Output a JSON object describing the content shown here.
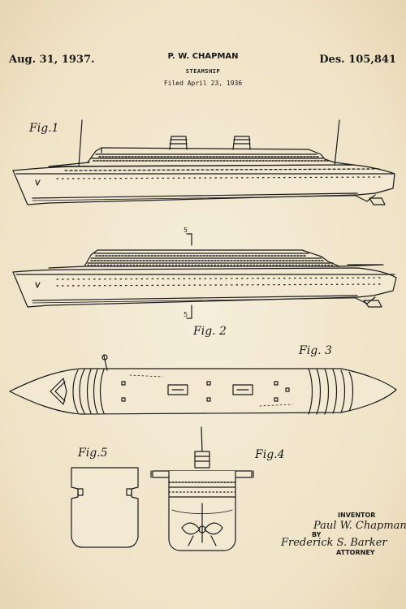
{
  "header": {
    "date": "Aug. 31, 1937.",
    "inventor_name": "P. W. CHAPMAN",
    "subject": "STEAMSHIP",
    "filed": "Filed April 23, 1936",
    "patent_number": "Des. 105,841"
  },
  "figures": {
    "fig1": "Fig.1",
    "fig2": "Fig. 2",
    "fig3": "Fig. 3",
    "fig4": "Fig.4",
    "fig5": "Fig.5"
  },
  "section_marks": {
    "top": "5",
    "bottom": "5"
  },
  "signatures": {
    "inventor_label": "INVENTOR",
    "inventor_signature": "Paul W. Chapman",
    "by_label": "BY",
    "attorney_signature": "Frederick S. Barker",
    "attorney_label": "ATTORNEY"
  },
  "colors": {
    "paper": "#f3e9d2",
    "ink": "#1a1a1a"
  }
}
